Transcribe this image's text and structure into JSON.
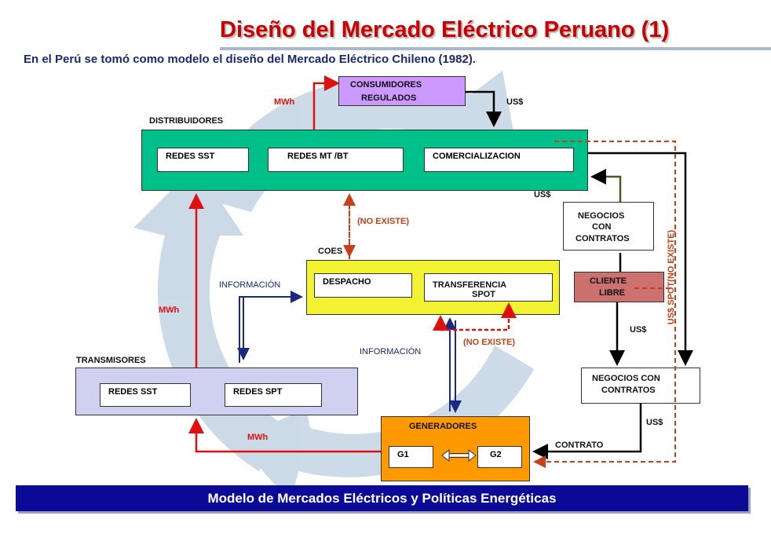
{
  "title": "Diseño del Mercado Eléctrico Peruano (1)",
  "subtitle": "En el Perú se tomó como modelo el diseño del Mercado Eléctrico Chileno (1982).",
  "footer": "Modelo de Mercados Eléctricos y Políticas Energéticas",
  "consumidores": {
    "line1": "CONSUMIDORES",
    "line2": "REGULADOS"
  },
  "distribuidores": {
    "label": "DISTRIBUIDORES",
    "items": [
      "REDES SST",
      "REDES MT /BT",
      "COMERCIALIZACION"
    ]
  },
  "coes": {
    "label": "COES",
    "despacho": "DESPACHO",
    "transferencia_line1": "TRANSFERENCIA",
    "transferencia_line2": "SPOT"
  },
  "transmisores": {
    "label": "TRANSMISORES",
    "items": [
      "REDES SST",
      "REDES SPT"
    ]
  },
  "generadores": {
    "label": "GENERADORES",
    "g1": "G1",
    "g2": "G2"
  },
  "negocios_contratos_top": {
    "line1": "NEGOCIOS",
    "line2": "CON",
    "line3": "CONTRATOS"
  },
  "cliente_libre": {
    "line1": "CLIENTE",
    "line2": "LIBRE"
  },
  "negocios_contratos_bottom": {
    "line1": "NEGOCIOS CON",
    "line2": "CONTRATOS"
  },
  "labels": {
    "mwh_top": "MWh",
    "usd_top": "US$",
    "usd_dist": "US$",
    "no_existe_1": "(NO EXISTE)",
    "informacion_1": "INFORMACIÓN",
    "mwh_left": "MWh",
    "no_existe_2": "(NO EXISTE)",
    "informacion_2": "INFORMACIÓN",
    "usd_cliente": "US$",
    "usd_spot": "US$ SPOT(NO  EXISTE)",
    "usd_bottom": "US$",
    "mwh_bottom": "MWh",
    "contrato": "CONTRATO"
  },
  "colors": {
    "title": "#cc0000",
    "distribuidores": "#00c08a",
    "coes": "#f2f232",
    "transmisores": "#d0d0f0",
    "generadores": "#ff9900",
    "consumidores": "#cc99ff",
    "cliente_libre": "#cc7070",
    "footer": "#0a0a96"
  }
}
